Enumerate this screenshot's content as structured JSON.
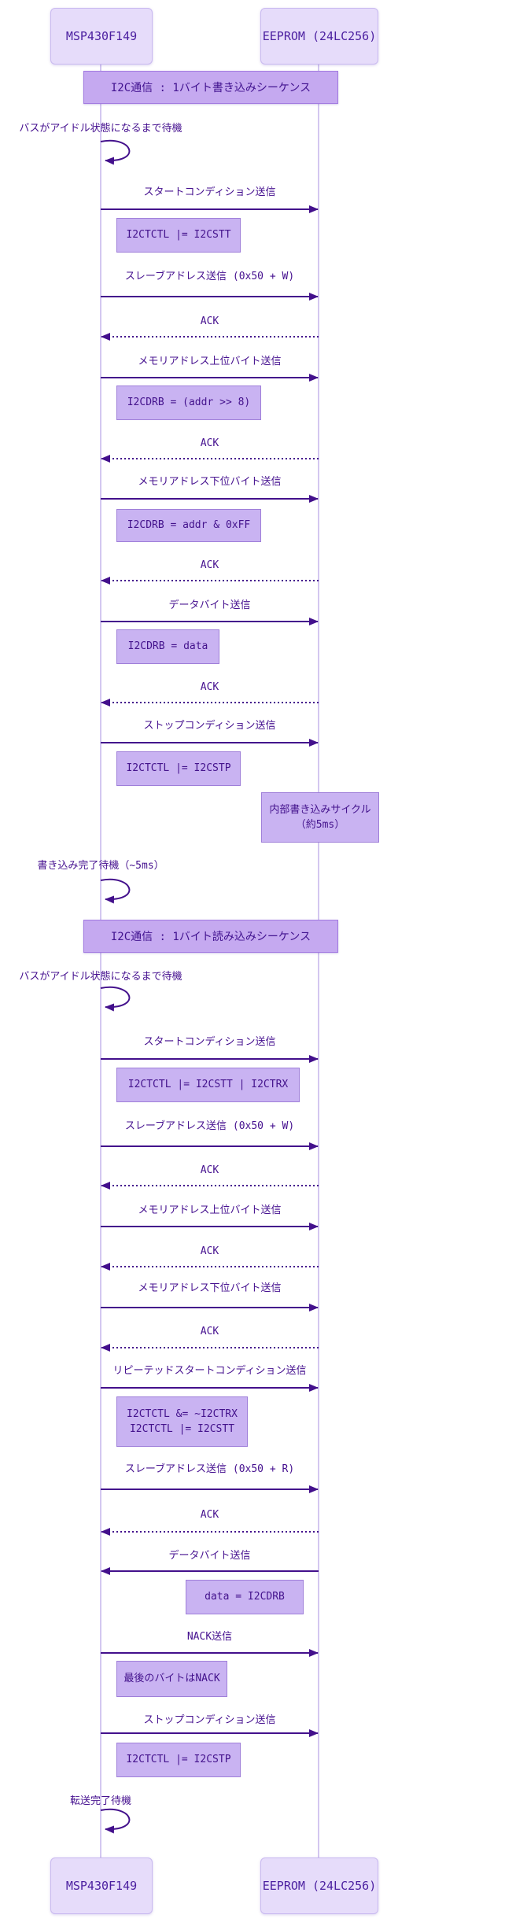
{
  "actors": {
    "left": "MSP430F149",
    "right": "EEPROM (24LC256)"
  },
  "sections": {
    "write": "I2C通信 : 1バイト書き込みシーケンス",
    "read": "I2C通信 : 1バイト読み込みシーケンス"
  },
  "loops": [
    {
      "label": "バスがアイドル状態になるまで待機"
    },
    {
      "label": "書き込み完了待機（~5ms）"
    },
    {
      "label": "バスがアイドル状態になるまで待機"
    },
    {
      "label": "転送完了待機"
    }
  ],
  "messages": [
    {
      "label": "スタートコンディション送信",
      "direction": "right",
      "line": "solid"
    },
    {
      "label": "スレーブアドレス送信 (0x50 + W)",
      "direction": "right",
      "line": "solid"
    },
    {
      "label": "ACK",
      "direction": "left",
      "line": "dotted"
    },
    {
      "label": "メモリアドレス上位バイト送信",
      "direction": "right",
      "line": "solid"
    },
    {
      "label": "ACK",
      "direction": "left",
      "line": "dotted"
    },
    {
      "label": "メモリアドレス下位バイト送信",
      "direction": "right",
      "line": "solid"
    },
    {
      "label": "ACK",
      "direction": "left",
      "line": "dotted"
    },
    {
      "label": "データバイト送信",
      "direction": "right",
      "line": "solid"
    },
    {
      "label": "ACK",
      "direction": "left",
      "line": "dotted"
    },
    {
      "label": "ストップコンディション送信",
      "direction": "right",
      "line": "solid"
    },
    {
      "label": "スタートコンディション送信",
      "direction": "right",
      "line": "solid"
    },
    {
      "label": "スレーブアドレス送信 (0x50 + W)",
      "direction": "right",
      "line": "solid"
    },
    {
      "label": "ACK",
      "direction": "left",
      "line": "dotted"
    },
    {
      "label": "メモリアドレス上位バイト送信",
      "direction": "right",
      "line": "solid"
    },
    {
      "label": "ACK",
      "direction": "left",
      "line": "dotted"
    },
    {
      "label": "メモリアドレス下位バイト送信",
      "direction": "right",
      "line": "solid"
    },
    {
      "label": "ACK",
      "direction": "left",
      "line": "dotted"
    },
    {
      "label": "リピーテッドスタートコンディション送信",
      "direction": "right",
      "line": "solid"
    },
    {
      "label": "スレーブアドレス送信 (0x50 + R)",
      "direction": "right",
      "line": "solid"
    },
    {
      "label": "ACK",
      "direction": "left",
      "line": "dotted"
    },
    {
      "label": "データバイト送信",
      "direction": "left",
      "line": "solid"
    },
    {
      "label": "NACK送信",
      "direction": "right",
      "line": "solid"
    },
    {
      "label": "ストップコンディション送信",
      "direction": "right",
      "line": "solid"
    }
  ],
  "notes": [
    {
      "text": "I2CTCTL |= I2CSTT",
      "placement": "right-of-msp430"
    },
    {
      "text": "I2CDRB = (addr >> 8)",
      "placement": "right-of-msp430"
    },
    {
      "text": "I2CDRB = addr & 0xFF",
      "placement": "right-of-msp430"
    },
    {
      "text": "I2CDRB = data",
      "placement": "right-of-msp430"
    },
    {
      "text": "I2CTCTL |= I2CSTP",
      "placement": "right-of-msp430"
    },
    {
      "lines": [
        "内部書き込みサイクル",
        "（約5ms）"
      ],
      "placement": "over-eeprom"
    },
    {
      "text": "I2CTCTL |= I2CSTT | I2CTRX",
      "placement": "right-of-msp430"
    },
    {
      "lines": [
        "I2CTCTL &= ~I2CTRX",
        "I2CTCTL |= I2CSTT"
      ],
      "placement": "right-of-msp430"
    },
    {
      "text": "data = I2CDRB",
      "placement": "left-of-eeprom"
    },
    {
      "text": "最後のバイトはNACK",
      "placement": "right-of-msp430"
    },
    {
      "text": "I2CTCTL |= I2CSTP",
      "placement": "right-of-msp430"
    }
  ],
  "colors": {
    "background": "#ffffff",
    "actor_fill": "#e6dcfa",
    "actor_border": "#c9b9f0",
    "banner_fill": "#c5a9f0",
    "banner_border": "#a27ae0",
    "note_fill": "#c9b3f2",
    "note_border": "#9f7fd9",
    "lifeline": "#d3c7f0",
    "arrow": "#43108c",
    "text": "#45108f"
  }
}
